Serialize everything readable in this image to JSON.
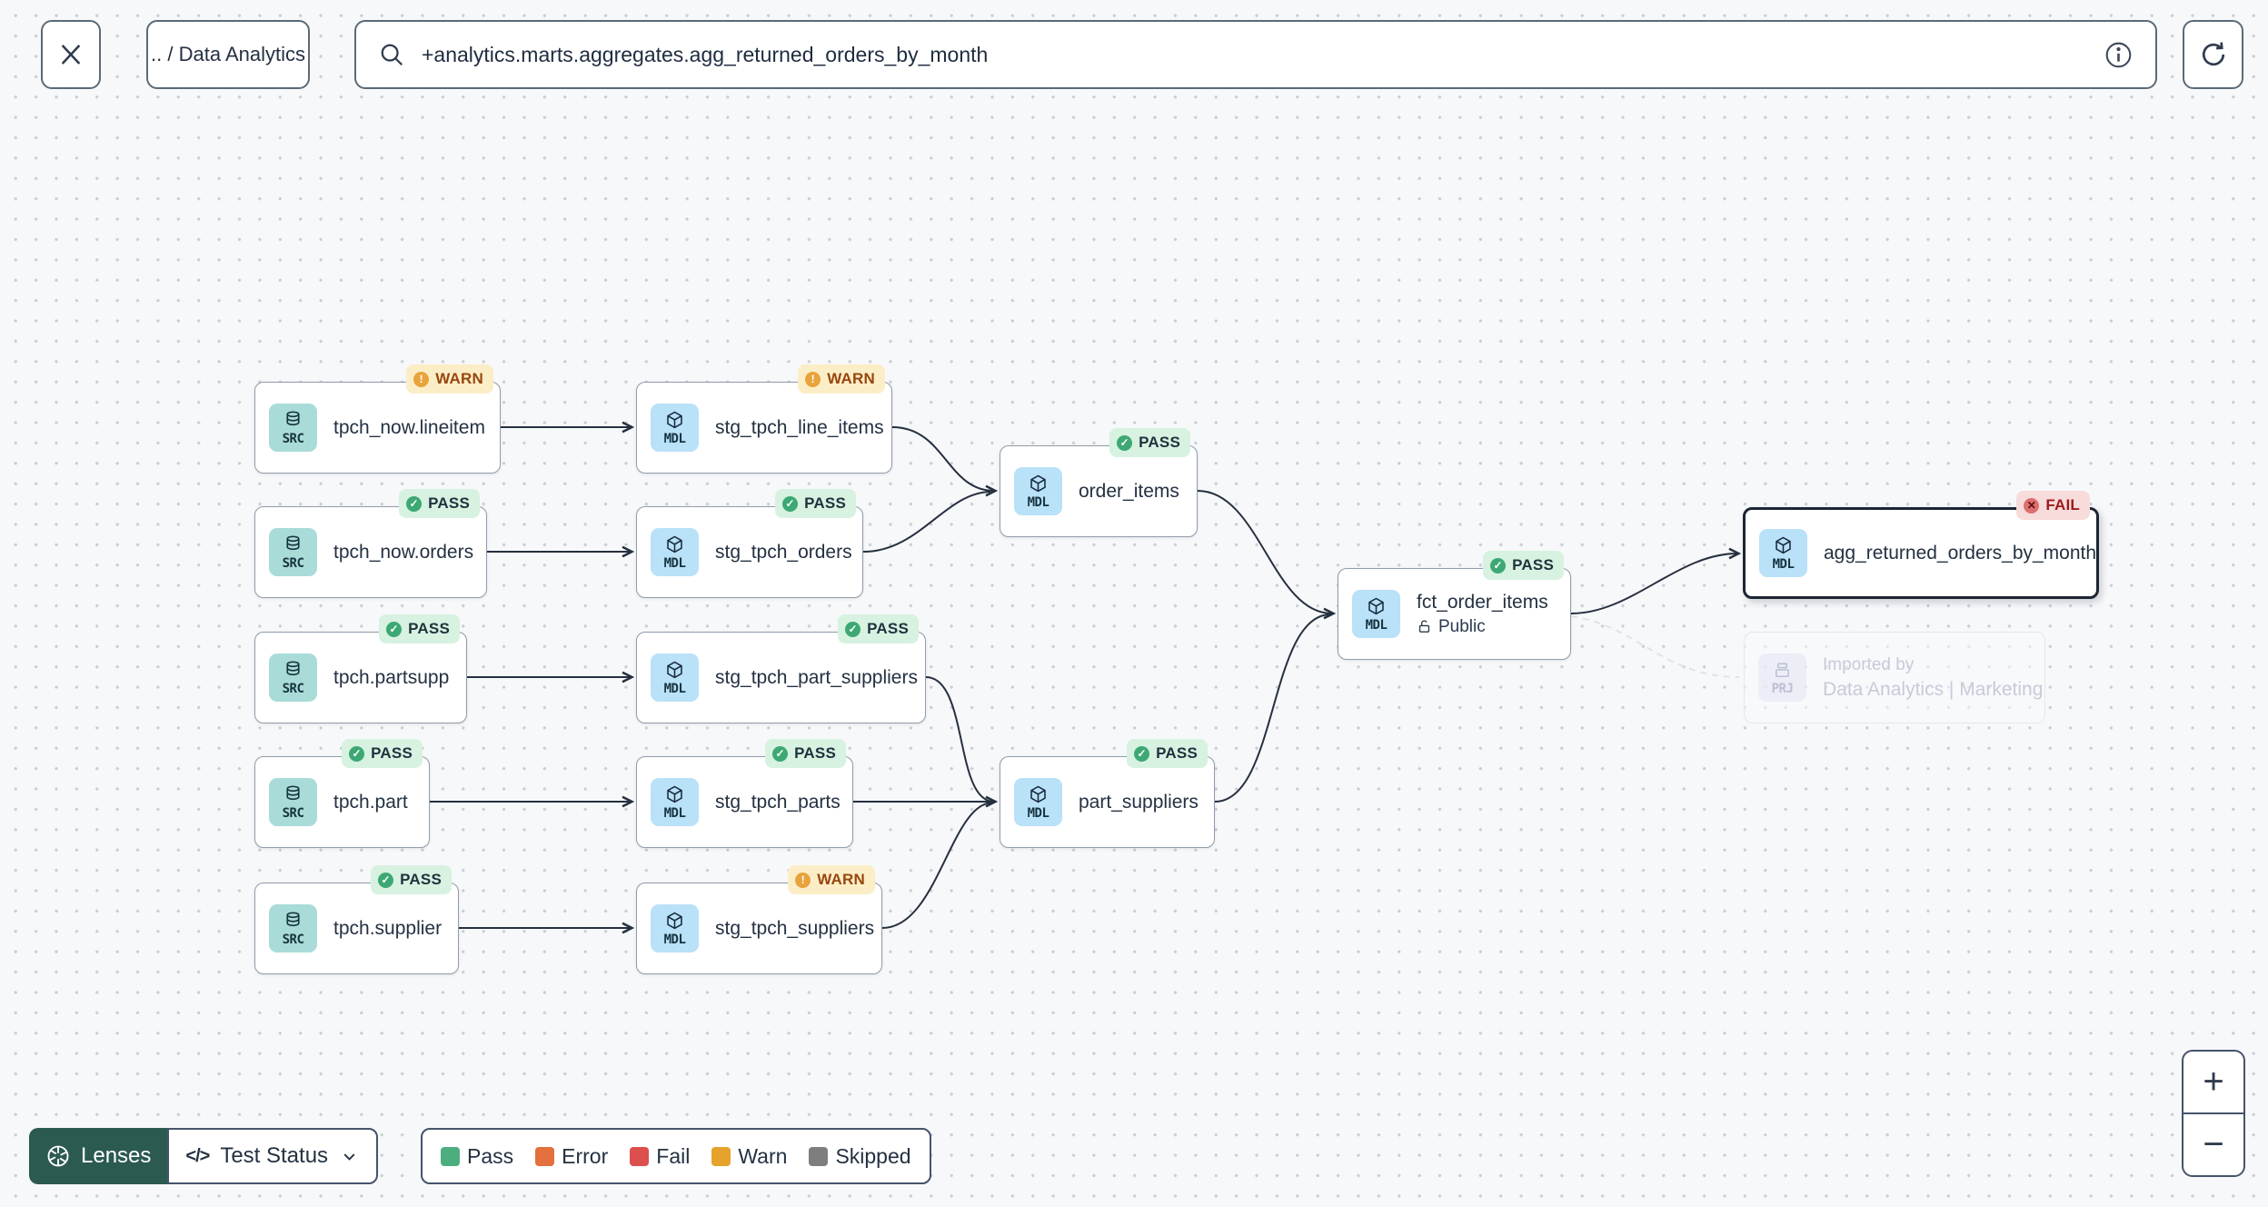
{
  "toolbar": {
    "breadcrumb": ".. / Data Analytics",
    "search_value": "+analytics.marts.aggregates.agg_returned_orders_by_month"
  },
  "statuses": {
    "PASS": {
      "label": "PASS",
      "glyph": "✓"
    },
    "WARN": {
      "label": "WARN",
      "glyph": "!"
    },
    "FAIL": {
      "label": "FAIL",
      "glyph": "✕"
    }
  },
  "graph": {
    "nodes": [
      {
        "label": "tpch_now.lineitem",
        "type": "SRC",
        "status": "WARN"
      },
      {
        "label": "stg_tpch_line_items",
        "type": "MDL",
        "status": "WARN"
      },
      {
        "label": "tpch_now.orders",
        "type": "SRC",
        "status": "PASS"
      },
      {
        "label": "stg_tpch_orders",
        "type": "MDL",
        "status": "PASS"
      },
      {
        "label": "tpch.partsupp",
        "type": "SRC",
        "status": "PASS"
      },
      {
        "label": "stg_tpch_part_suppliers",
        "type": "MDL",
        "status": "PASS"
      },
      {
        "label": "tpch.part",
        "type": "SRC",
        "status": "PASS"
      },
      {
        "label": "stg_tpch_parts",
        "type": "MDL",
        "status": "PASS"
      },
      {
        "label": "tpch.supplier",
        "type": "SRC",
        "status": "PASS"
      },
      {
        "label": "stg_tpch_suppliers",
        "type": "MDL",
        "status": "WARN"
      },
      {
        "label": "order_items",
        "type": "MDL",
        "status": "PASS"
      },
      {
        "label": "part_suppliers",
        "type": "MDL",
        "status": "PASS"
      },
      {
        "label": "fct_order_items",
        "type": "MDL",
        "status": "PASS",
        "access": "Public"
      },
      {
        "label": "agg_returned_orders_by_month",
        "type": "MDL",
        "status": "FAIL",
        "selected": true
      },
      {
        "type": "PRJ",
        "line1": "Imported by",
        "line2": "Data Analytics | Marketing",
        "ghost": true
      }
    ],
    "edges": [
      {
        "from": "tpch_now.lineitem",
        "to": "stg_tpch_line_items"
      },
      {
        "from": "tpch_now.orders",
        "to": "stg_tpch_orders"
      },
      {
        "from": "tpch.partsupp",
        "to": "stg_tpch_part_suppliers"
      },
      {
        "from": "tpch.part",
        "to": "stg_tpch_parts"
      },
      {
        "from": "tpch.supplier",
        "to": "stg_tpch_suppliers"
      },
      {
        "from": "stg_tpch_line_items",
        "to": "order_items"
      },
      {
        "from": "stg_tpch_orders",
        "to": "order_items"
      },
      {
        "from": "stg_tpch_part_suppliers",
        "to": "part_suppliers"
      },
      {
        "from": "stg_tpch_parts",
        "to": "part_suppliers"
      },
      {
        "from": "stg_tpch_suppliers",
        "to": "part_suppliers"
      },
      {
        "from": "order_items",
        "to": "fct_order_items"
      },
      {
        "from": "part_suppliers",
        "to": "fct_order_items"
      },
      {
        "from": "fct_order_items",
        "to": "agg_returned_orders_by_month"
      },
      {
        "from": "fct_order_items",
        "to": "Data Analytics | Marketing",
        "ghost": true
      }
    ]
  },
  "footer": {
    "lenses_label": "Lenses",
    "code_icon": "</>",
    "lens_selected": "Test Status",
    "legend": [
      {
        "label": "Pass",
        "color": "#4CAE7E"
      },
      {
        "label": "Error",
        "color": "#E4703D"
      },
      {
        "label": "Fail",
        "color": "#DD4F4F"
      },
      {
        "label": "Warn",
        "color": "#E5A32C"
      },
      {
        "label": "Skipped",
        "color": "#7E7E7E"
      }
    ]
  },
  "zoom_controls": {
    "zoom_in": "+",
    "zoom_out": "−"
  }
}
